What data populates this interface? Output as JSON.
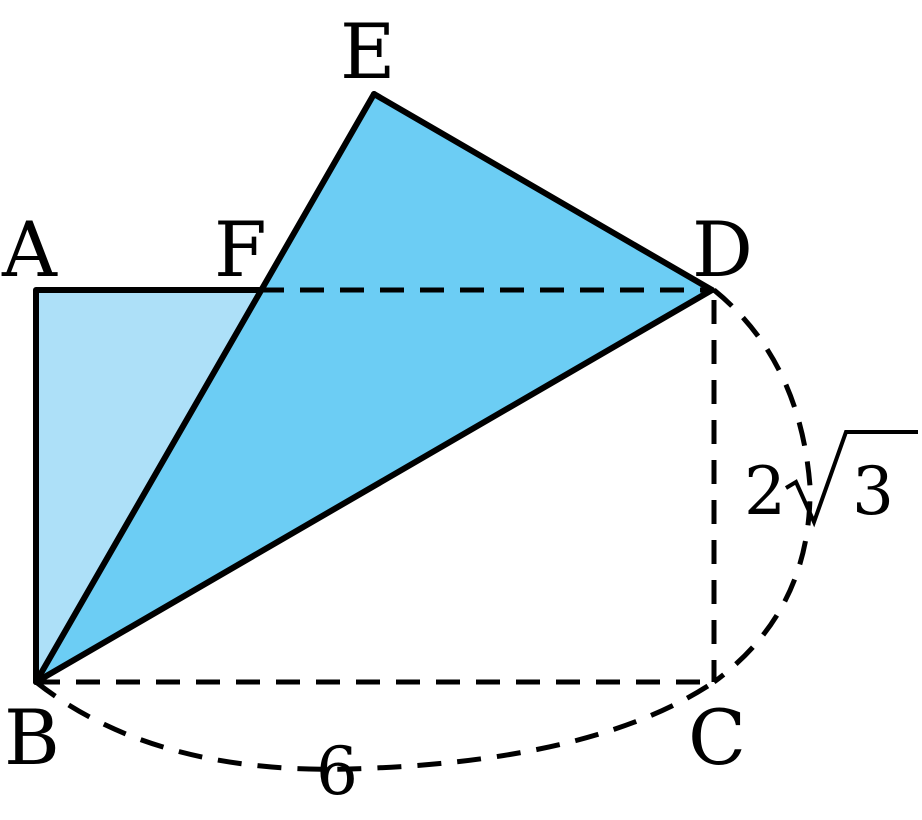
{
  "figure": {
    "points": {
      "A": "A",
      "B": "B",
      "C": "C",
      "D": "D",
      "E": "E",
      "F": "F"
    },
    "measurements": {
      "BC_length": "6",
      "CD_coefficient": "2",
      "CD_radicand": "3"
    },
    "colors": {
      "triangle_ABF_fill": "#ade0f8",
      "triangle_BDE_fill": "#6ccdf4",
      "stroke": "#000000"
    }
  }
}
